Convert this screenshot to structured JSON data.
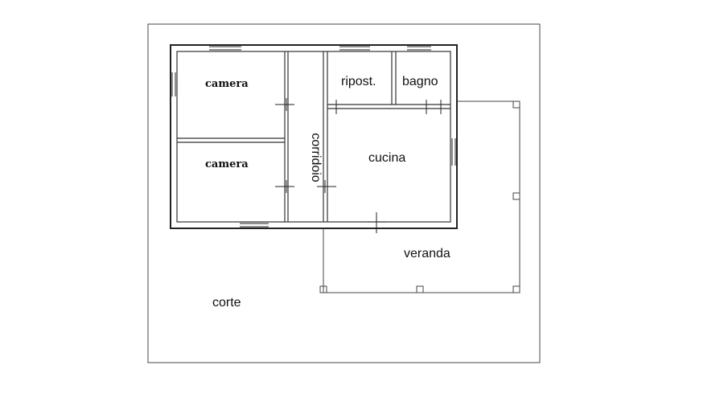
{
  "rooms": {
    "camera_top": "camera",
    "camera_bottom": "camera",
    "corridoio": "corridoio",
    "ripostiglio": "ripost.",
    "bagno": "bagno",
    "cucina": "cucina",
    "veranda": "veranda",
    "corte": "corte"
  },
  "colors": {
    "ink": "#222222",
    "paper": "#ffffff"
  }
}
